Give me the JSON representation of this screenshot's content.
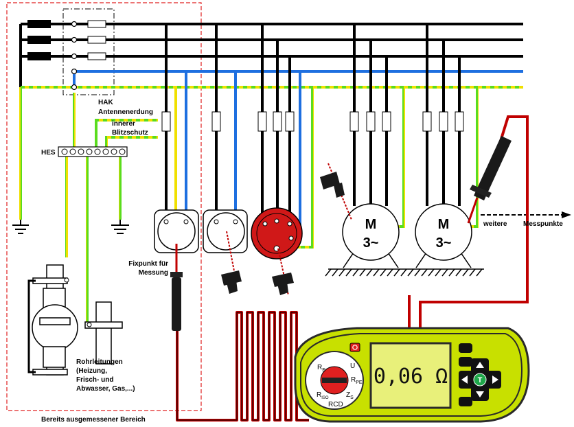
{
  "labels": {
    "hak": "HAK",
    "antennenerdung": "Antennenerdung",
    "innerer": "innerer",
    "blitzschutz": "Blitzschutz",
    "hes": "HES",
    "fixpunkt_line1": "Fixpunkt für",
    "fixpunkt_line2": "Messung",
    "rohr_line1": "Rohrleitungen",
    "rohr_line2": "(Heizung,",
    "rohr_line3": "Frisch- und",
    "rohr_line4": "Abwasser, Gas,...)",
    "bereits": "Bereits ausgemessener Bereich",
    "weitere": "weitere",
    "messpunkte": "Messpunkte",
    "motor1_line1": "M",
    "motor1_line2": "3~",
    "motor2_line1": "M",
    "motor2_line2": "3~"
  },
  "meter": {
    "display": "0,06 Ω",
    "dial": {
      "re": "R",
      "re_sub": "E",
      "u": "U",
      "rpe": "R",
      "rpe_sub": "PE",
      "riso": "R",
      "riso_sub": "ISO",
      "zs": "Z",
      "zs_sub": "S",
      "rcd": "RCD"
    },
    "test_button": "T"
  },
  "colors": {
    "phase": "#000000",
    "neutral": "#1e6fe0",
    "pe_green": "#5adc1e",
    "pe_yellow": "#f0e000",
    "test_lead": "#c00000",
    "meter_body": "#c8e000",
    "meter_dark": "#2a2a2a",
    "dashed_area": "#e02020"
  }
}
